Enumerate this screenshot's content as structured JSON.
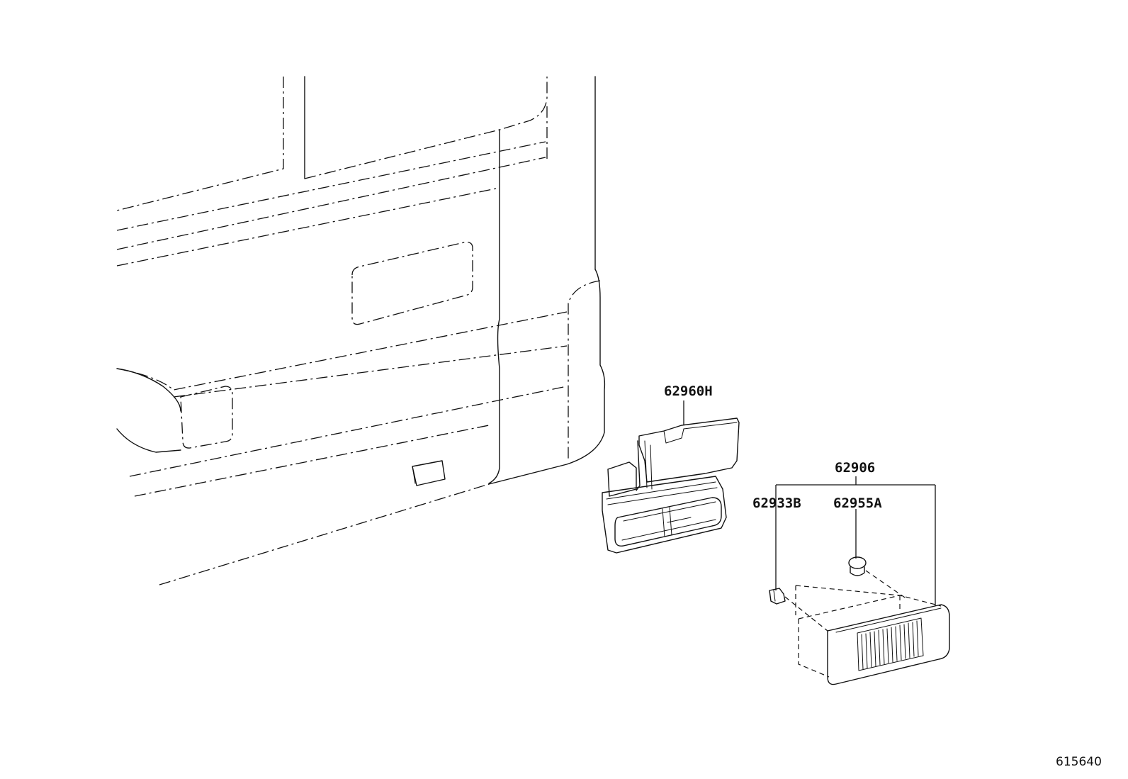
{
  "diagram": {
    "labels": {
      "duct": "62960H",
      "assembly": "62906",
      "clip": "62933B",
      "pin": "62955A"
    },
    "diagram_id": "615640",
    "line_color": "#111111",
    "background": "#ffffff"
  }
}
